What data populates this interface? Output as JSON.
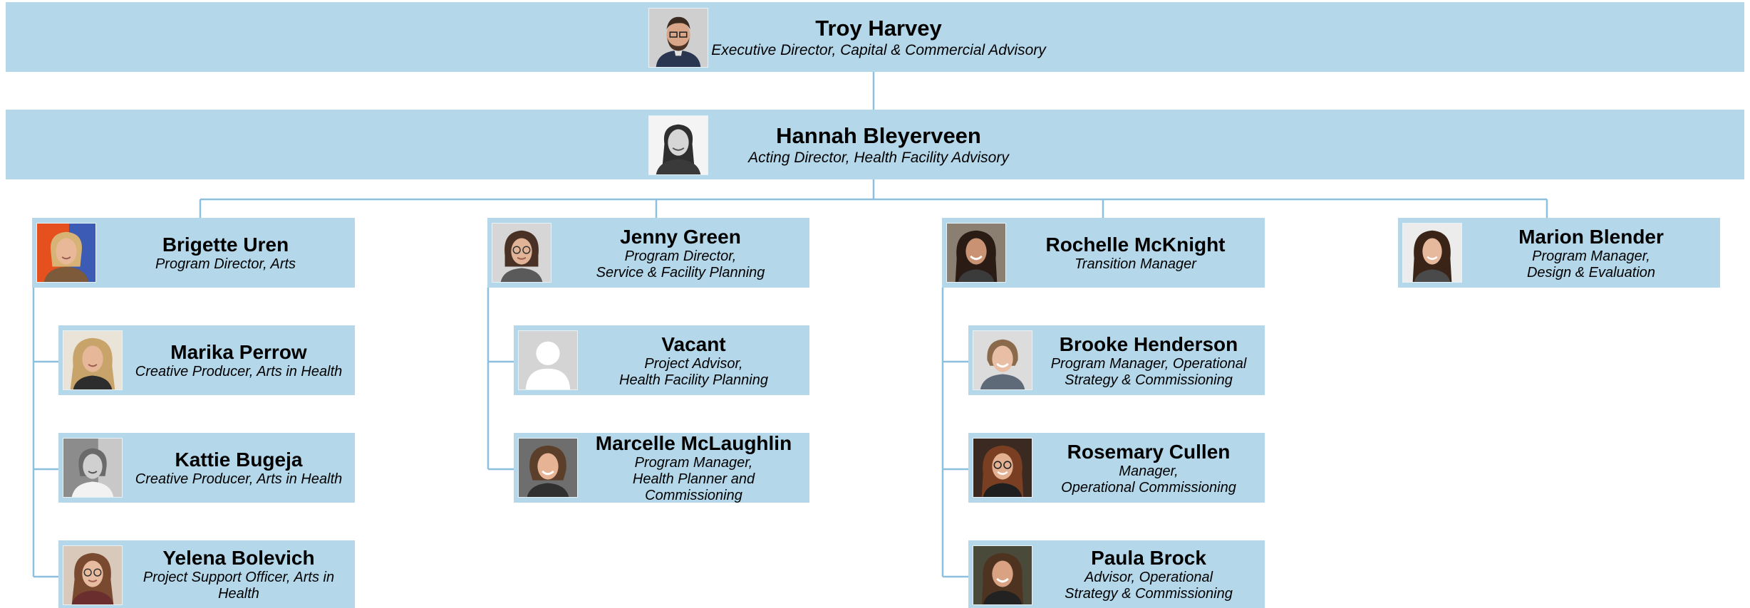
{
  "people": {
    "troy": {
      "name": "Troy Harvey",
      "title": "Executive Director, Capital & Commercial Advisory",
      "photo": "man-beard-glasses-avatar"
    },
    "hannah": {
      "name": "Hannah Bleyerveen",
      "title": "Acting Director, Health Facility Advisory",
      "photo": "woman-smiling-bw-avatar"
    },
    "brigette": {
      "name": "Brigette Uren",
      "title": "Program Director, Arts",
      "photo": "woman-blonde-avatar"
    },
    "marika": {
      "name": "Marika Perrow",
      "title": "Creative Producer, Arts in Health",
      "photo": "woman-curly-hair-avatar"
    },
    "kattie": {
      "name": "Kattie Bugeja",
      "title": "Creative Producer, Arts in Health",
      "photo": "woman-bw-avatar"
    },
    "yelena": {
      "name": "Yelena Bolevich",
      "title": "Project Support Officer, Arts in Health",
      "photo": "woman-glasses-avatar"
    },
    "jenny": {
      "name": "Jenny Green",
      "title_l1": "Program Director,",
      "title_l2": "Service & Facility Planning",
      "photo": "woman-glasses-avatar"
    },
    "vacant": {
      "name": "Vacant",
      "title_l1": "Project Advisor,",
      "title_l2": "Health Facility Planning",
      "photo": "placeholder-person-icon"
    },
    "marcelle": {
      "name": "Marcelle McLaughlin",
      "title_l1": "Program Manager,",
      "title_l2": "Health Planner and Commissioning",
      "photo": "woman-smiling-avatar"
    },
    "rochelle": {
      "name": "Rochelle McKnight",
      "title": "Transition Manager",
      "photo": "woman-dark-hair-avatar"
    },
    "brooke": {
      "name": "Brooke Henderson",
      "title_l1": "Program Manager, Operational",
      "title_l2": "Strategy & Commissioning",
      "photo": "woman-smiling-avatar"
    },
    "rosemary": {
      "name": "Rosemary Cullen",
      "title_l1": "Manager,",
      "title_l2": "Operational Commissioning",
      "photo": "woman-glasses-avatar"
    },
    "paula": {
      "name": "Paula Brock",
      "title_l1": "Advisor, Operational",
      "title_l2": "Strategy & Commissioning",
      "photo": "woman-smiling-avatar"
    },
    "marion": {
      "name": "Marion Blender",
      "title_l1": "Program Manager,",
      "title_l2": "Design & Evaluation",
      "photo": "woman-long-hair-avatar"
    }
  },
  "colors": {
    "card_fill": "#b4d7ea",
    "connector": "#8cc0de",
    "text": "#000000"
  }
}
